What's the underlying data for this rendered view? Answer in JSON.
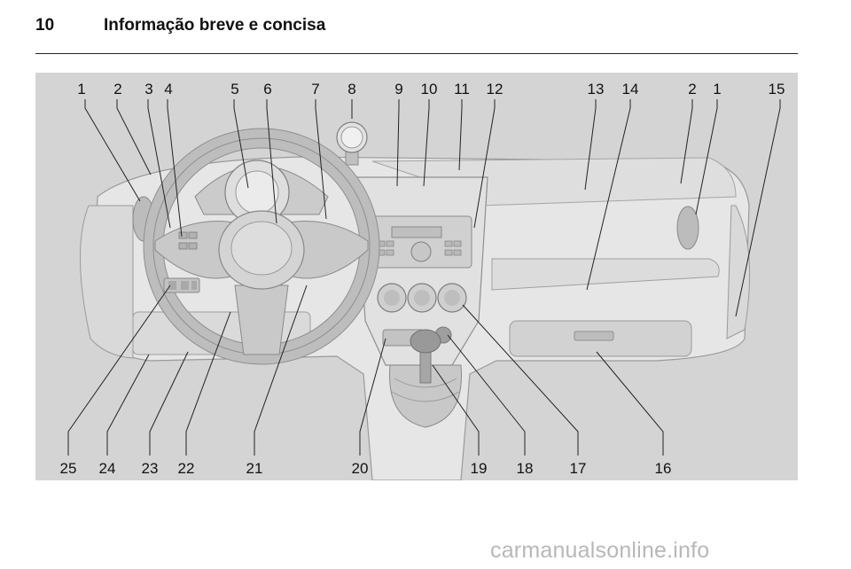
{
  "header": {
    "page_number": "10",
    "section_title": "Informação breve e concisa"
  },
  "figure": {
    "callouts_top": [
      "1",
      "2",
      "3",
      "4",
      "5",
      "6",
      "7",
      "8",
      "9",
      "10",
      "11",
      "12",
      "13",
      "14",
      "2",
      "1",
      "15"
    ],
    "callouts_bottom": [
      "25",
      "24",
      "23",
      "22",
      "21",
      "20",
      "19",
      "18",
      "17",
      "16"
    ]
  },
  "watermark": {
    "text": "carmanualsonline.info"
  }
}
